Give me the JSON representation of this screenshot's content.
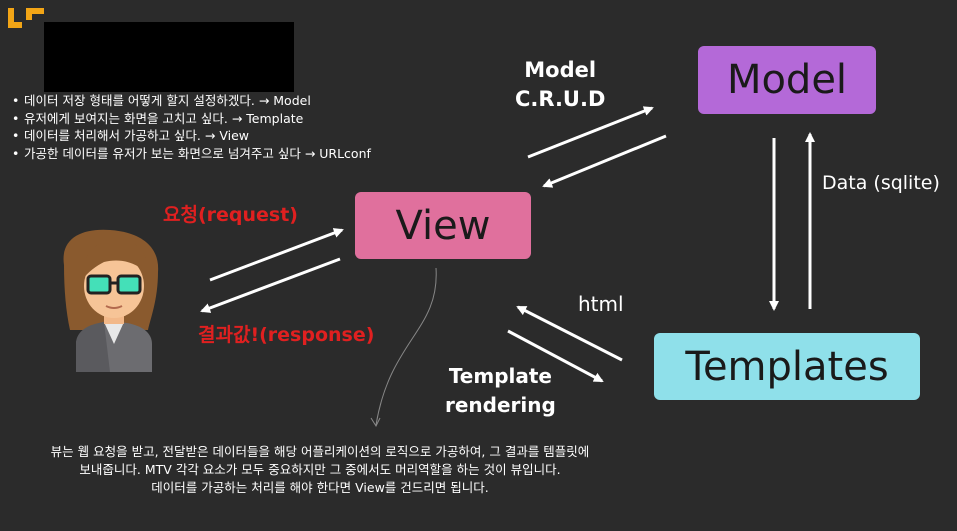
{
  "bullets": [
    "데이터 저장 형태를 어떻게 할지 설정하겠다. → Model",
    "유저에게 보여지는 화면을 고치고 싶다. → Template",
    "데이터를 처리해서 가공하고 싶다. → View",
    "가공한 데이터를 유저가 보는 화면으로 넘겨주고 싶다 → URLconf"
  ],
  "boxes": {
    "model": "Model",
    "view": "View",
    "templates": "Templates"
  },
  "labels": {
    "model_line1": "Model",
    "model_line2": "C.R.U.D",
    "data": "Data (sqlite)",
    "request": "요청(request)",
    "response": "결과값!(response)",
    "html": "html",
    "template_line1": "Template",
    "template_line2": "rendering"
  },
  "bottom_text": [
    "뷰는 웹 요청을 받고, 전달받은 데이터들을 해당 어플리케이션의 로직으로 가공하여, 그 결과를 템플릿에",
    "보내줍니다. MTV 각각 요소가 모두 중요하지만 그 중에서도 머리역할을 하는 것이 뷰입니다.",
    "데이터를 가공하는 처리를 해야 한다면 View를 건드리면 됩니다."
  ],
  "colors": {
    "background": "#2b2b2b",
    "model": "#b469d8",
    "view": "#e0709d",
    "templates": "#8fe0ea",
    "accent_red": "#e02020",
    "logo": "#f2a516"
  },
  "icons": {
    "logo": "corner-bracket-icon",
    "person": "person-with-glasses-icon"
  }
}
